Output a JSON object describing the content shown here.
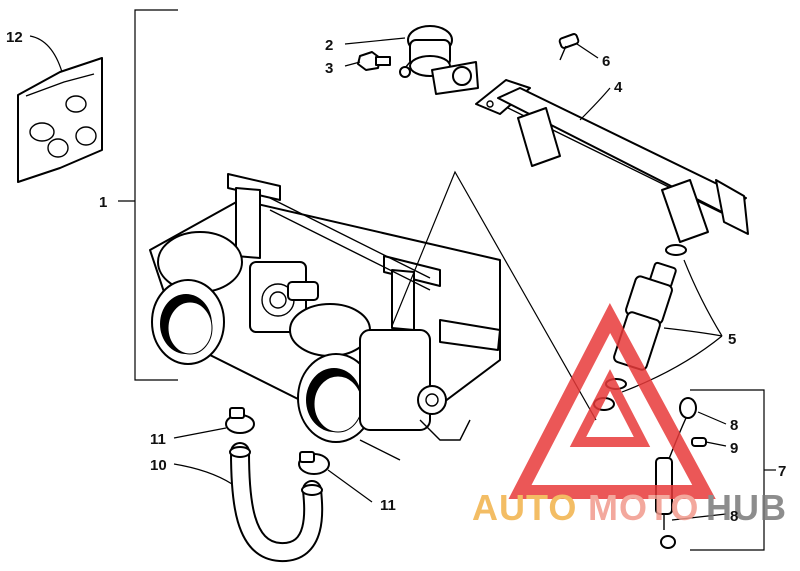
{
  "callouts": {
    "c1": "1",
    "c2": "2",
    "c3": "3",
    "c4": "4",
    "c5": "5",
    "c6": "6",
    "c7": "7",
    "c8a": "8",
    "c8b": "8",
    "c9": "9",
    "c10": "10",
    "c11a": "11",
    "c11b": "11",
    "c12": "12"
  },
  "watermark": {
    "auto": "AUTO",
    "moto": "MOTO",
    "hub": "HUB",
    "colors": {
      "auto": "#f2b24a",
      "moto": "#f29a8c",
      "hub": "#7a7a7a",
      "triangle": "#e83a3a"
    }
  }
}
